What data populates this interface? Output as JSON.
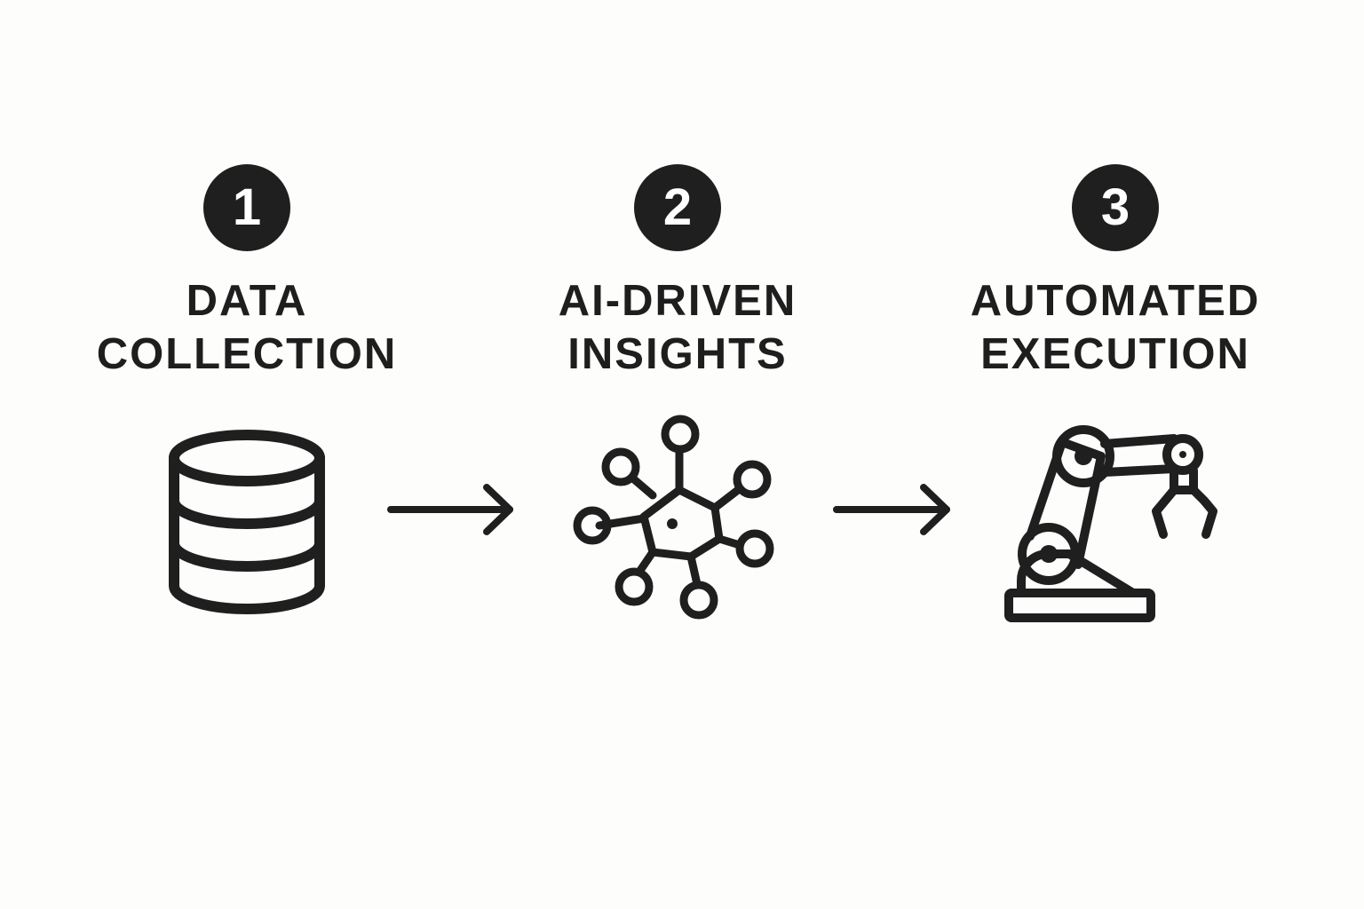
{
  "steps": [
    {
      "number": "1",
      "title_line1": "DATA",
      "title_line2": "COLLECTION",
      "icon": "database-icon"
    },
    {
      "number": "2",
      "title_line1": "AI-DRIVEN",
      "title_line2": "INSIGHTS",
      "icon": "neural-network-icon"
    },
    {
      "number": "3",
      "title_line1": "AUTOMATED",
      "title_line2": "EXECUTION",
      "icon": "robotic-arm-icon"
    }
  ],
  "connectors": [
    "right-arrow-icon",
    "right-arrow-icon"
  ],
  "colors": {
    "background": "#fdfdfb",
    "ink": "#1f1f1f",
    "badge_text": "#ffffff"
  }
}
